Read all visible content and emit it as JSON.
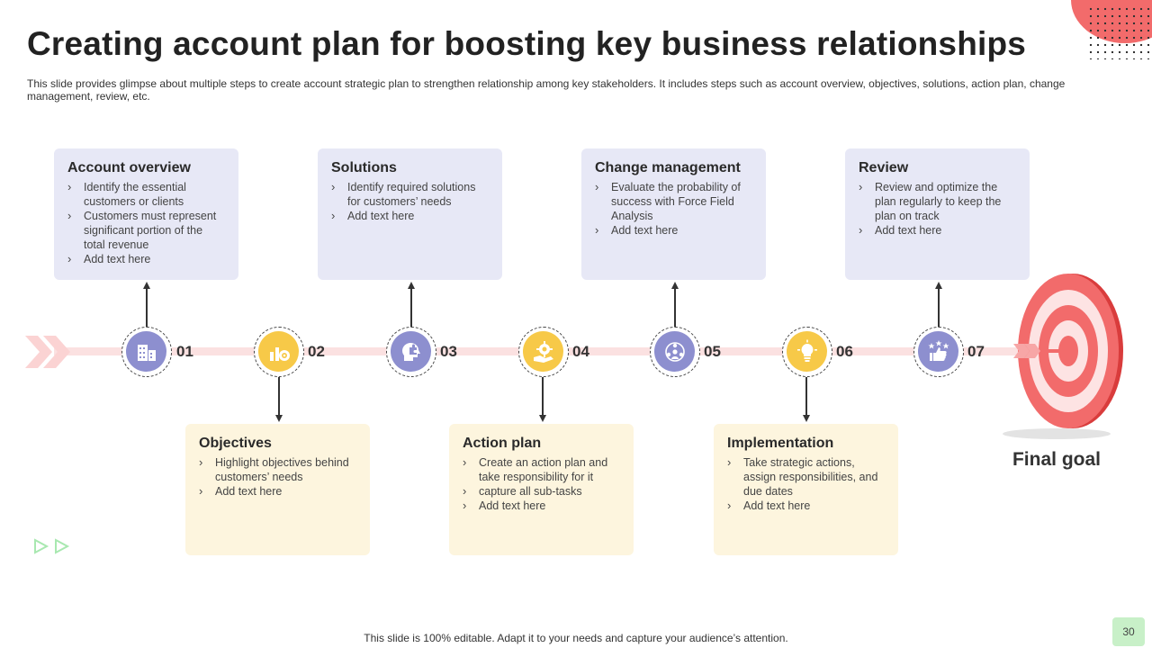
{
  "title": "Creating account plan for boosting key business relationships",
  "subtitle": "This slide provides glimpse about multiple steps to create account strategic plan to strengthen relationship among key stakeholders. It includes steps such as account overview, objectives, solutions, action plan, change management, review, etc.",
  "steps": [
    {
      "num": "01",
      "icon": "building-icon",
      "color": "#8d8fcf"
    },
    {
      "num": "02",
      "icon": "chart-target-icon",
      "color": "#f7c948"
    },
    {
      "num": "03",
      "icon": "head-puzzle-icon",
      "color": "#8d8fcf"
    },
    {
      "num": "04",
      "icon": "gear-hand-icon",
      "color": "#f7c948"
    },
    {
      "num": "05",
      "icon": "people-network-icon",
      "color": "#8d8fcf"
    },
    {
      "num": "06",
      "icon": "lightbulb-icon",
      "color": "#f7c948"
    },
    {
      "num": "07",
      "icon": "thumbs-up-stars-icon",
      "color": "#8d8fcf"
    }
  ],
  "cards": {
    "account_overview": {
      "title": "Account overview",
      "bullets": [
        "Identify the essential customers or clients",
        "Customers must represent significant portion of the total revenue",
        "Add text here"
      ]
    },
    "objectives": {
      "title": "Objectives",
      "bullets": [
        "Highlight objectives behind customers’ needs",
        "Add text here"
      ]
    },
    "solutions": {
      "title": "Solutions",
      "bullets": [
        "Identify required solutions for customers’ needs",
        "Add text here"
      ]
    },
    "action_plan": {
      "title": "Action plan",
      "bullets": [
        "Create an action plan and take responsibility for it",
        "capture all sub-tasks",
        "Add text here"
      ]
    },
    "change_management": {
      "title": "Change management",
      "bullets": [
        "Evaluate the probability of success with Force Field Analysis",
        "Add text here"
      ]
    },
    "implementation": {
      "title": "Implementation",
      "bullets": [
        "Take strategic actions, assign responsibilities, and due dates",
        "Add text here"
      ]
    },
    "review": {
      "title": "Review",
      "bullets": [
        "Review and optimize the plan regularly to keep the plan on track",
        "Add text here"
      ]
    }
  },
  "final_goal": "Final goal",
  "footer": "This slide is 100% editable. Adapt it to your needs and capture your audience’s attention.",
  "page_number": "30",
  "colors": {
    "purple": "#8d8fcf",
    "yellow": "#f7c948",
    "card_top_bg": "#e7e8f6",
    "card_bottom_bg": "#fdf5de",
    "target_red": "#f26b6b",
    "timeline_pink": "#fbe1e1"
  }
}
